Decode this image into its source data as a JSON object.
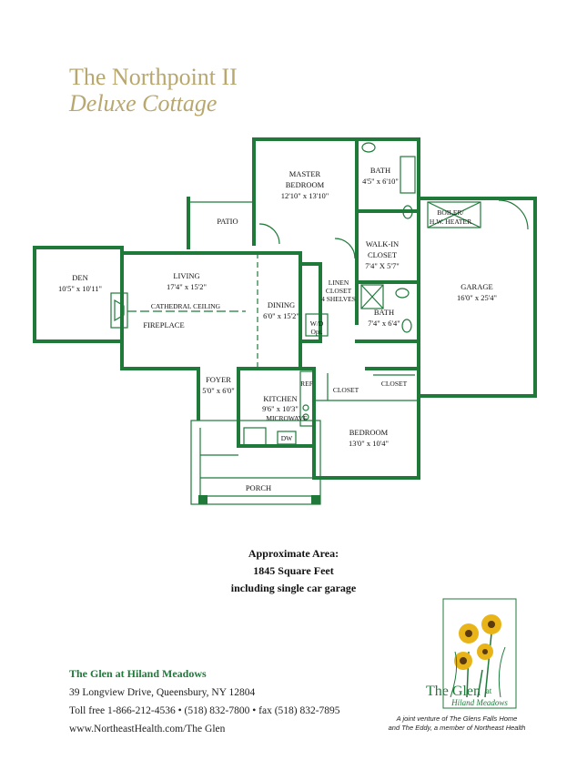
{
  "header": {
    "title": "The Northpoint II",
    "subtitle": "Deluxe Cottage"
  },
  "plan": {
    "rooms": {
      "master": {
        "name1": "MASTER",
        "name2": "BEDROOM",
        "size": "12'10\" x 13'10\""
      },
      "bath_top": {
        "name": "BATH",
        "size": "4'5\" x 6'10\""
      },
      "boiler": {
        "name1": "BOILER/",
        "name2": "H.W. HEATER"
      },
      "patio": {
        "name": "PATIO"
      },
      "walkin": {
        "name1": "WALK-IN",
        "name2": "CLOSET",
        "size": "7'4\" X 5'7\""
      },
      "den": {
        "name": "DEN",
        "size": "10'5\" x 10'11\""
      },
      "living": {
        "name": "LIVING",
        "size": "17'4\" x 15'2\""
      },
      "linen": {
        "l1": "LINEN",
        "l2": "CLOSET",
        "l3": "4 SHELVES"
      },
      "garage": {
        "name": "GARAGE",
        "size": "16'0\" x 25'4\""
      },
      "cathedral": {
        "name": "CATHEDRAL CEILING"
      },
      "dining": {
        "name": "DINING",
        "size": "6'0\" x 15'2\""
      },
      "bath_mid": {
        "name": "BATH",
        "size": "7'4\" x 6'4\""
      },
      "fireplace": {
        "name": "FIREPLACE"
      },
      "wd": {
        "l1": "W/D",
        "l2": "Opt."
      },
      "foyer": {
        "name": "FOYER",
        "size": "5'0\" x 6'0\""
      },
      "ref": {
        "name": "REF"
      },
      "closet1": {
        "name": "CLOSET"
      },
      "closet2": {
        "name": "CLOSET"
      },
      "kitchen": {
        "name": "KITCHEN",
        "size": "9'6\" x 10'3\"",
        "microwave": "MICROWAVE",
        "dw": "DW"
      },
      "bedroom": {
        "name": "BEDROOM",
        "size": "13'0\" x 10'4\""
      },
      "porch": {
        "name": "PORCH"
      }
    }
  },
  "area": {
    "line1": "Approximate Area:",
    "line2": "1845 Square Feet",
    "line3": "including single car garage"
  },
  "footer": {
    "company": "The Glen at Hiland Meadows",
    "address": "39 Longview Drive, Queensbury, NY 12804",
    "phones": "Toll free 1-866-212-4536 • (518) 832-7800 • fax (518) 832-7895",
    "web": "www.NortheastHealth.com/The Glen"
  },
  "logo": {
    "name1": "The Glen",
    "at": "at",
    "name2": "Hiland Meadows",
    "joint1": "A joint venture of The Glens Falls Home",
    "joint2": "and The Eddy, a member of Northeast Health"
  },
  "colors": {
    "wall": "#1f7a3a",
    "title": "#b8a76e",
    "sunflower": "#e8b417"
  }
}
